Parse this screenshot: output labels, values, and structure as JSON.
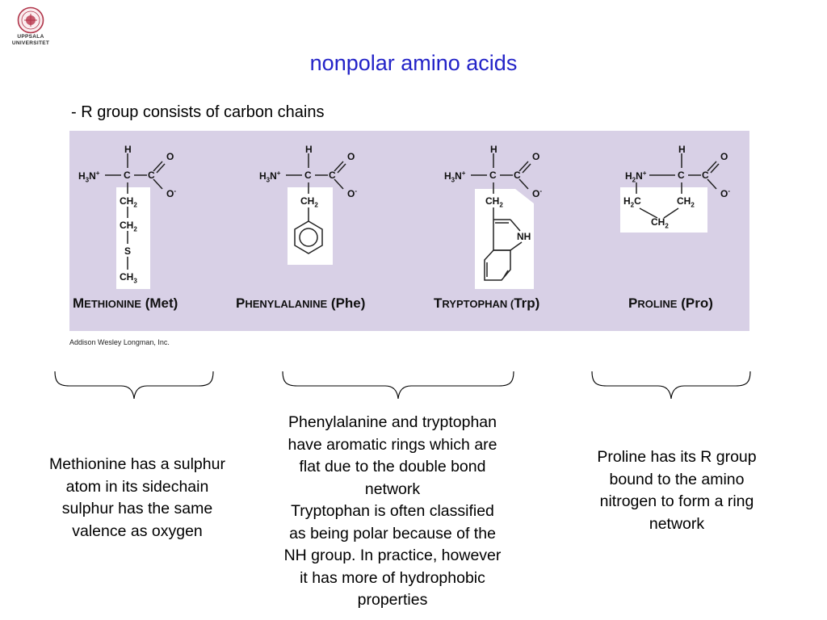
{
  "logo": {
    "line1": "UPPSALA",
    "line2": "UNIVERSITET"
  },
  "title": "nonpolar amino acids",
  "subtitle": "- R group consists of carbon chains",
  "figure": {
    "credit": "Addison Wesley Longman, Inc.",
    "amino_acids": [
      {
        "name_initial": "M",
        "name_rest": "ETHIONINE",
        "abbrev": "(Met)"
      },
      {
        "name_initial": "P",
        "name_rest": "HENYLALANINE",
        "abbrev": "(Phe)"
      },
      {
        "name_initial": "T",
        "name_rest": "RYPTOPHAN (",
        "abbrev": "Trp)"
      },
      {
        "name_initial": "P",
        "name_rest": "ROLINE",
        "abbrev": "(Pro)"
      }
    ],
    "labels": {
      "h": "H",
      "o": "O",
      "c": "C",
      "s": "S",
      "nh": "NH",
      "h3n": "H",
      "h3n_sub": "3",
      "h3n_n": "N",
      "plus": "+",
      "h2n": "H",
      "h2n_sub": "2",
      "h2n_n": "N",
      "o_minus": "O",
      "minus": "-",
      "ch2": "CH",
      "ch2_sub": "2",
      "ch3": "CH",
      "ch3_sub": "3",
      "h2c": "H",
      "h2c_sub": "2",
      "h2c_c": "C"
    },
    "colors": {
      "background": "#d8d0e6",
      "side_chain_box": "#ffffff"
    }
  },
  "notes": {
    "methionine": [
      "Methionine has a sulphur",
      "atom in its sidechain",
      "sulphur has the same",
      "valence as oxygen"
    ],
    "aromatic": [
      "Phenylalanine and tryptophan",
      "have aromatic rings which are",
      "flat due to the double bond",
      "network",
      "Tryptophan is often classified",
      "as being polar because of the",
      "NH group. In practice, however",
      "it has more of hydrophobic",
      "properties"
    ],
    "proline": [
      "Proline has its R group",
      "bound to the amino",
      "nitrogen to form a ring",
      "network"
    ]
  },
  "colors": {
    "title": "#2323c8",
    "logo": "#b0354a"
  }
}
